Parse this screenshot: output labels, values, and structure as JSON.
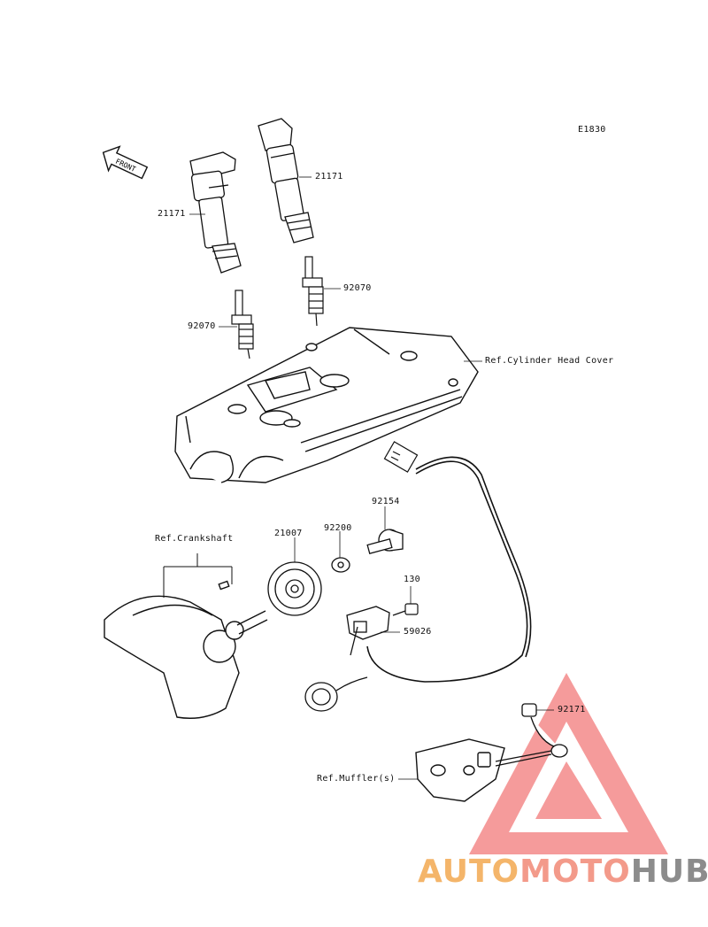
{
  "diagram_code": "E1830",
  "front_label": "FRONT",
  "parts": {
    "coil_left": "21171",
    "coil_right": "21171",
    "plug_left": "92070",
    "plug_right": "92070",
    "rotor": "21007",
    "washer": "92200",
    "bolt": "92154",
    "screw": "130",
    "sensor": "59026",
    "clamp": "92171"
  },
  "refs": {
    "head_cover": "Ref.Cylinder Head Cover",
    "crankshaft": "Ref.Crankshaft",
    "muffler": "Ref.Muffler(s)"
  },
  "watermark": {
    "part1": "AUTO",
    "part2": "MOTO",
    "part3": "HUB",
    "colors": {
      "auto": "#f4b56a",
      "moto": "#f39a8a",
      "hub": "#8c8c8c",
      "triangle": "#ee5a5a"
    }
  }
}
